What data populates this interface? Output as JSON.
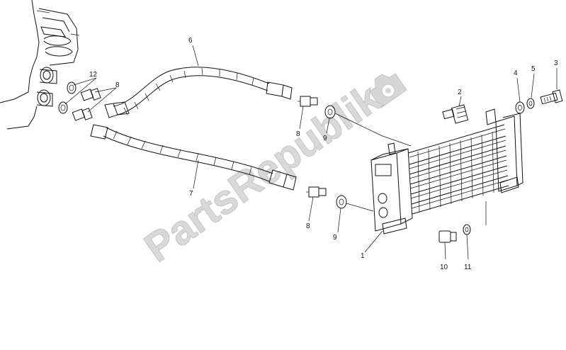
{
  "watermark": "PartsRepublik",
  "callouts": {
    "c1": "1",
    "c2": "2",
    "c3": "3",
    "c4": "4",
    "c5": "5",
    "c6": "6",
    "c7": "7",
    "c8a": "8",
    "c8b": "8",
    "c8c": "8",
    "c9a": "9",
    "c9b": "9",
    "c10": "10",
    "c11": "11",
    "c12": "12"
  }
}
